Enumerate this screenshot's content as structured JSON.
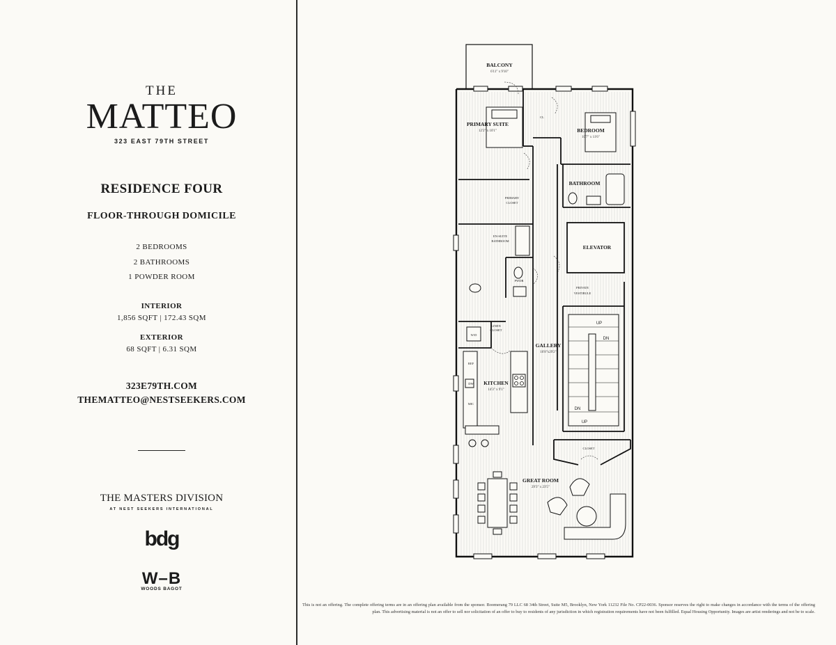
{
  "brand": {
    "the": "THE",
    "name": "MATTEO",
    "address": "323 EAST 79TH STREET"
  },
  "residence": {
    "title": "RESIDENCE FOUR",
    "subtitle": "FLOOR-THROUGH DOMICILE",
    "features": [
      "2 BEDROOMS",
      "2 BATHROOMS",
      "1 POWDER ROOM"
    ],
    "interior_label": "INTERIOR",
    "interior_value": "1,856 SQFT | 172.43 SQM",
    "exterior_label": "EXTERIOR",
    "exterior_value": "68 SQFT | 6.31 SQM"
  },
  "contact": {
    "website": "323E79TH.COM",
    "email": "THEMATTEO@NESTSEEKERS.COM"
  },
  "partners": {
    "masters": "THE MASTERS DIVISION",
    "masters_sub": "AT NEST SEEKERS INTERNATIONAL",
    "bdg": "bdg",
    "wb": "W–B",
    "wb_sub": "WOODS BAGOT"
  },
  "floorplan": {
    "balcony": "BALCONY",
    "balcony_dim": "6'11\" x 9'10\"",
    "primary_suite": "PRIMARY SUITE",
    "primary_suite_dim": "12'2\" x 10'1\"",
    "cl": "CL",
    "bedroom": "BEDROOM",
    "bedroom_dim": "10'7\" x 11'6\"",
    "bathroom": "BATHROOM",
    "primary_closet_1": "PRIMARY",
    "primary_closet_2": "CLOSET",
    "ensuite_1": "EN-SUITE",
    "ensuite_2": "BATHROOM",
    "elevator": "ELEVATOR",
    "pwdr": "PWDR",
    "private_1": "PRIVATE",
    "private_2": "VESTIBULE",
    "linen_1": "LINEN",
    "linen_2": "CLOSET",
    "wd": "W/D",
    "gallery": "GALLERY",
    "gallery_dim": "16'8\"x29'2\"",
    "kitchen": "KITCHEN",
    "kitchen_dim": "14'3\" x 9'1\"",
    "ref": "REF",
    "dw": "DW",
    "mic": "MIC",
    "up1": "UP",
    "dn1": "DN",
    "dn2": "DN",
    "up2": "UP",
    "closet": "CLOSET",
    "great_room": "GREAT ROOM",
    "great_room_dim": "29'3\" x 23'5\""
  },
  "disclaimer": "This is not an offering. The complete offering terms are in an offering plan available from the sponsor. Boomerang 79 LLC 68 34th Street, Suite M5, Brooklyn, New York 11232 File No. CP22-0036. Sponsor reserves the right to make changes in accordance with the terms of the offering plan. This advertising material is not an offer to sell nor solicitation of an offer to buy to residents of any jurisdiction in which registration requirements have not been fulfilled. Equal Housing Opportunity. Images are artist renderings and not be to scale."
}
